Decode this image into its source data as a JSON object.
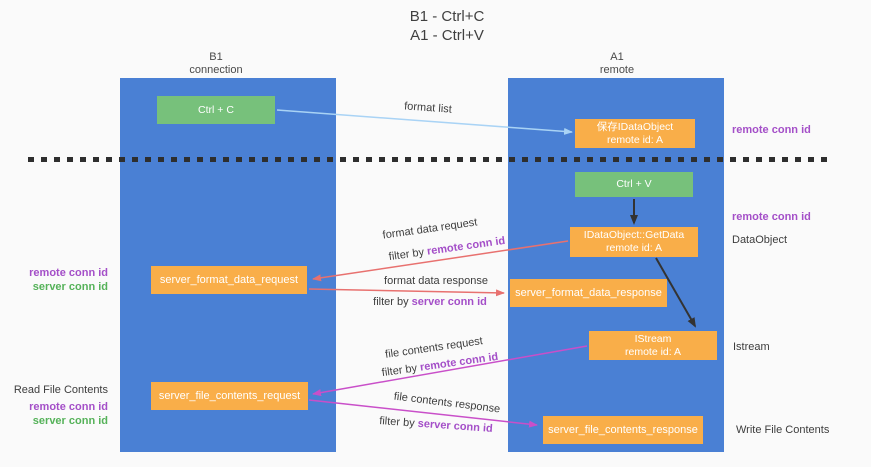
{
  "title": {
    "line1": "B1 - Ctrl+C",
    "line2": "A1 - Ctrl+V"
  },
  "columns": {
    "left": {
      "name": "B1",
      "role": "connection"
    },
    "right": {
      "name": "A1",
      "role": "remote"
    }
  },
  "boxes": {
    "ctrl_c": "Ctrl + C",
    "ctrl_v": "Ctrl + V",
    "save_idataobject": {
      "title": "保存IDataObject",
      "subtitle": "remote id: A"
    },
    "getdata": {
      "title": "IDataObject::GetData",
      "subtitle": "remote id: A"
    },
    "istream_box": {
      "title": "IStream",
      "subtitle": "remote id: A"
    },
    "server_format_data_request": "server_format_data_request",
    "server_format_data_response": "server_format_data_response",
    "server_file_contents_request": "server_file_contents_request",
    "server_file_contents_response": "server_file_contents_response"
  },
  "labels": {
    "format_list": "format list",
    "format_data_request": "format data request",
    "format_data_response": "format data response",
    "file_contents_request": "file contents request",
    "file_contents_response": "file contents response",
    "filter_by": "filter by ",
    "remote_conn_id": "remote conn id",
    "server_conn_id": "server conn id",
    "read_file_contents": "Read File Contents",
    "write_file_contents": "Write File Contents",
    "data_object": "DataObject",
    "istream": "Istream"
  },
  "colors": {
    "column_blue": "#4a80d4",
    "box_green": "#77c17b",
    "box_orange": "#f9ae49",
    "arrow_light_blue": "#a9d3f5",
    "arrow_red": "#e8716f",
    "arrow_magenta": "#c94fc9",
    "arrow_black": "#333333",
    "text_purple": "#a44fc8",
    "text_green": "#55b259"
  }
}
